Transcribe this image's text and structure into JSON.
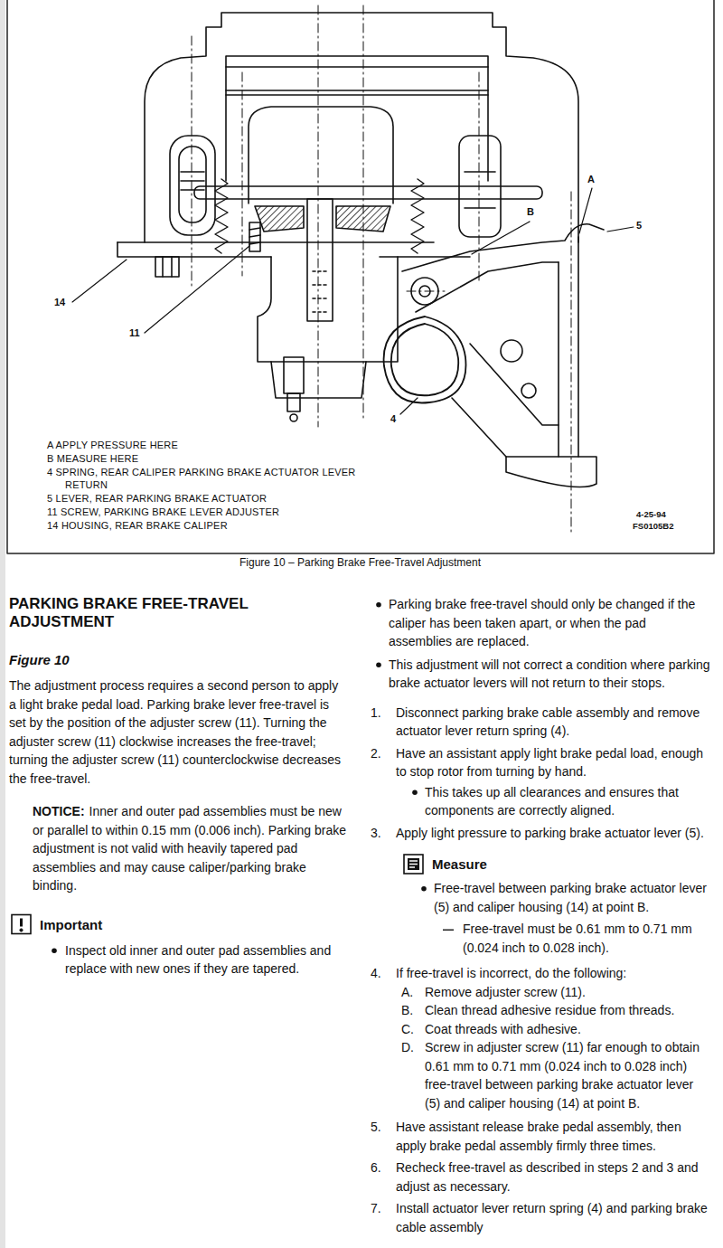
{
  "diagram": {
    "title": "PARKING BRAKE FREE-TRAVEL ADJUSTMENT",
    "caption": "Figure 10 – Parking Brake Free-Travel Adjustment",
    "labels": [
      "A",
      "B",
      "5",
      "14",
      "11",
      "4",
      "A APPLY PRESSURE HERE",
      "B MEASURE HERE",
      "4 SPRING, REAR CALIPER PARKING BRAKE ACTUATOR LEVER RETURN",
      "5 LEVER, REAR PARKING BRAKE ACTUATOR",
      "11 SCREW, PARKING BRAKE LEVER ADJUSTER",
      "14 HOUSING, REAR BRAKE CALIPER",
      "4-25-94",
      "FS0105B2",
      "Figure 10",
      "The adjustment process requires a second person to apply a light brake pedal load. Parking brake lever free-travel is set by the position of the adjuster screw (11). Turning the adjuster screw (11) clockwise increases the free-travel; turning the adjuster screw (11) counterclockwise decreases the free-travel.",
      "NOTICE:",
      "Inner and outer pad assemblies must be new or parallel to within 0.15 mm (0.006 inch). Parking brake adjustment is not valid with heavily tapered pad assemblies and may cause caliper/parking brake binding.",
      "Important",
      "Inspect old inner and outer pad assemblies and replace with new ones if they are tapered.",
      "Parking brake free-travel should only be changed if the caliper has been taken apart, or when the pad assemblies are replaced.",
      "This adjustment will not correct a condition where parking brake actuator levers will not return to their stops.",
      "1.",
      "Disconnect parking brake cable assembly and remove actuator lever return spring (4).",
      "2.",
      "Have an assistant apply light brake pedal load, enough to stop rotor from turning by hand.",
      "This takes up all clearances and ensures that components are correctly aligned.",
      "3.",
      "Apply light pressure to parking brake actuator lever (5).",
      "Measure",
      "Free-travel between parking brake actuator lever (5) and caliper housing (14) at point B.",
      "Free-travel must be 0.61 mm to 0.71 mm (0.024 inch to 0.028 inch).",
      "4.",
      "If free-travel is incorrect, do the following:",
      "A.",
      "Remove adjuster screw (11).",
      "B.",
      "Clean thread adhesive residue from threads.",
      "C.",
      "Coat threads with adhesive.",
      "D.",
      "Screw in adjuster screw (11) far enough to obtain 0.61 mm to 0.71 mm (0.024 inch to 0.028 inch) free-travel between parking brake actuator lever (5) and caliper housing (14) at point B.",
      "5.",
      "Have assistant release brake pedal assembly, then apply brake pedal assembly firmly three times.",
      "6.",
      "Recheck free-travel as described in steps 2 and 3 and adjust as necessary.",
      "7.",
      "Install actuator lever return spring (4) and parking brake cable assembly"
    ]
  }
}
